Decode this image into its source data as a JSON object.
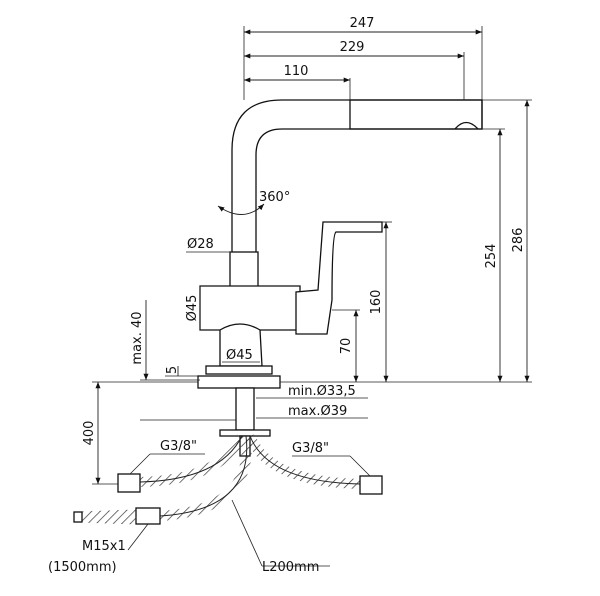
{
  "dimensions": {
    "width_total": "247",
    "width_spout": "229",
    "width_body": "110",
    "height_total": "286",
    "height_spout": "254",
    "height_lever": "160",
    "height_body": "70",
    "rotation": "360°",
    "dia_spout": "Ø28",
    "dia_body": "Ø45",
    "dia_base": "Ø45",
    "max_thickness": "max. 40",
    "plate": "5",
    "hole_min": "min.Ø33,5",
    "hole_max": "max.Ø39",
    "hose_length": "400",
    "thread_left": "G3/8\"",
    "thread_right": "G3/8\"",
    "pullout_thread": "M15x1",
    "pullout_length": "(1500mm)",
    "spout_hose": "L200mm"
  }
}
